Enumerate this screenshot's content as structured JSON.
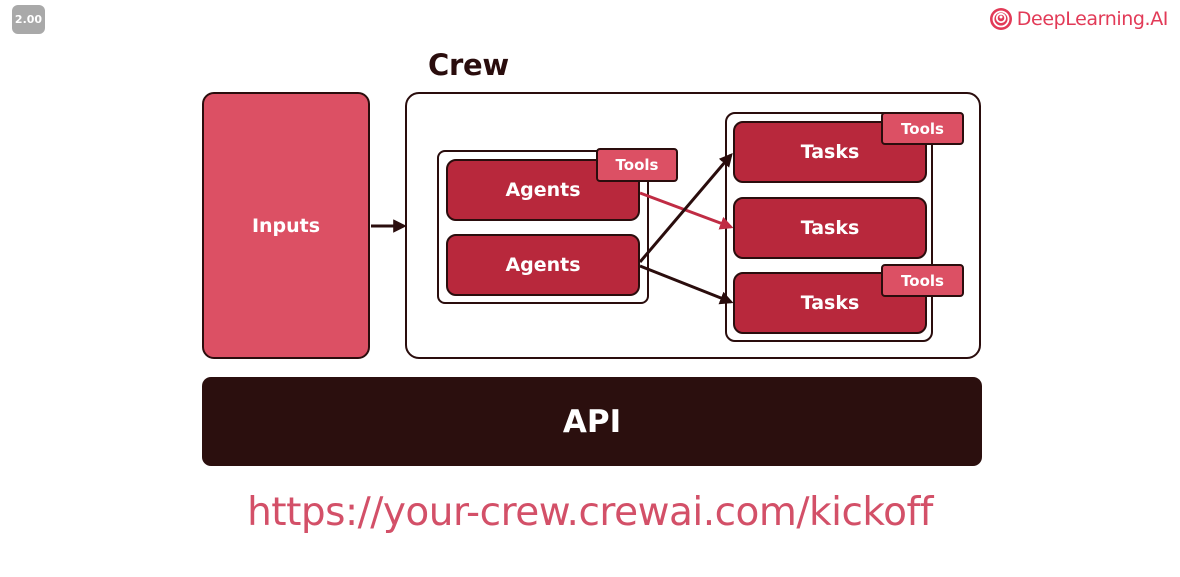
{
  "playback": {
    "speed": "2.00"
  },
  "brand": {
    "name": "DeepLearning.AI",
    "color": "#e23a57"
  },
  "diagram": {
    "crew_label": "Crew",
    "inputs_label": "Inputs",
    "agents": [
      {
        "label": "Agents",
        "tools_label": "Tools"
      },
      {
        "label": "Agents"
      }
    ],
    "tasks": [
      {
        "label": "Tasks",
        "tools_label": "Tools"
      },
      {
        "label": "Tasks"
      },
      {
        "label": "Tasks",
        "tools_label": "Tools"
      }
    ],
    "api_label": "API"
  },
  "endpoint": {
    "url": "https://your-crew.crewai.com/kickoff"
  },
  "colors": {
    "dark": "#2a0d0d",
    "inputs_fill": "#dc5064",
    "node_fill": "#b8283c",
    "accent_arrow": "#c02c44",
    "url_text": "#d35068",
    "api_fill": "#2b0f0e"
  }
}
